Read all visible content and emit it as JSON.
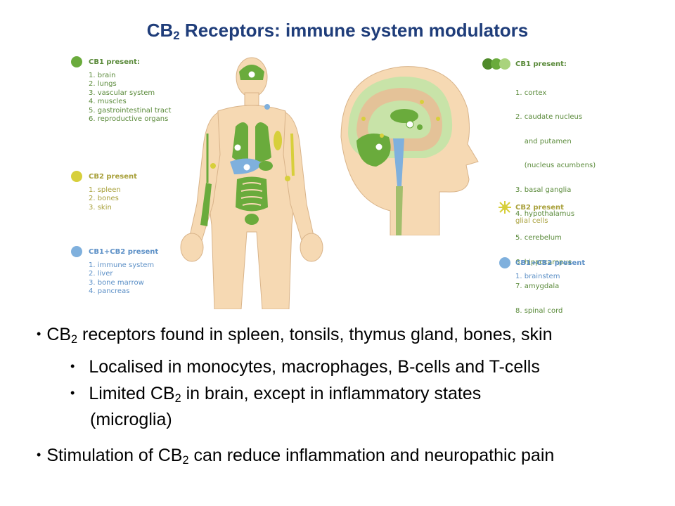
{
  "title": {
    "prefix": "CB",
    "sub": "2",
    "suffix": " Receptors: immune system modulators"
  },
  "colors": {
    "cb1": "#6aab3c",
    "cb2": "#d7cf3b",
    "cb12": "#7fb0dd",
    "skin": "#f6d9b3",
    "title": "#1f3d7a"
  },
  "left_legend": {
    "cb1": {
      "heading": "CB1 present:",
      "items": [
        "1. brain",
        "2. lungs",
        "3. vascular system",
        "4. muscles",
        "5. gastrointestinal tract",
        "6. reproductive organs"
      ]
    },
    "cb2": {
      "heading": "CB2 present",
      "items": [
        "1. spleen",
        "2. bones",
        "3. skin"
      ]
    },
    "cb12": {
      "heading": "CB1+CB2 present",
      "items": [
        "1. immune system",
        "2. liver",
        "3. bone marrow",
        "4. pancreas"
      ]
    }
  },
  "right_legend": {
    "cb1": {
      "heading": "CB1 present:",
      "items": [
        "1. cortex",
        "2. caudate nucleus",
        "    and putamen",
        "    (nucleus acumbens)",
        "3. basal ganglia",
        "4. hypothalamus",
        "5. cerebelum",
        "6. hippocampus",
        "7. amygdala",
        "8. spinal cord"
      ]
    },
    "cb2": {
      "heading": "CB2 present",
      "items": [
        "glial cells"
      ]
    },
    "cb12": {
      "heading": "CB1+CB2 present",
      "items": [
        "1. brainstem"
      ]
    }
  },
  "bullets": [
    {
      "pre": "CB",
      "sub": "2",
      "post": " receptors found in spleen, tonsils, thymus gland, bones, skin"
    },
    {
      "pre": "Localised in monocytes, macrophages, B-cells and T-cells",
      "sub": "",
      "post": ""
    },
    {
      "pre": "Limited CB",
      "sub": "2",
      "post": " in brain, except in inflammatory states"
    },
    {
      "pre": "(microglia)",
      "sub": "",
      "post": ""
    },
    {
      "pre": "Stimulation of CB",
      "sub": "2",
      "post": " can reduce inflammation and neuropathic pain"
    }
  ]
}
